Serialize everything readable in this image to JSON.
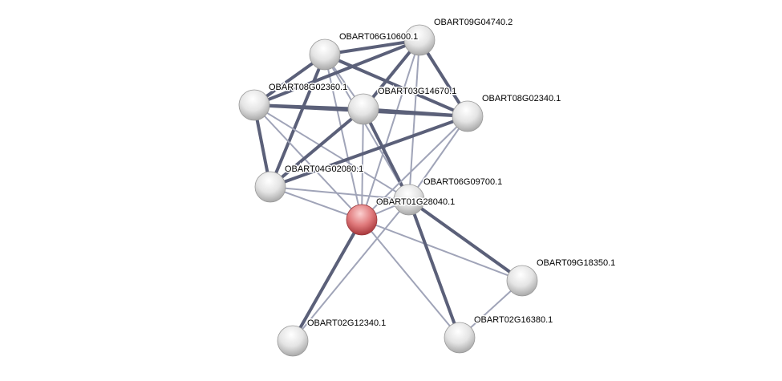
{
  "network": {
    "nodes": [
      {
        "id": "A",
        "label": "OBART06G10600.1",
        "query": false
      },
      {
        "id": "B",
        "label": "OBART09G04740.2",
        "query": false
      },
      {
        "id": "C",
        "label": "OBART08G02360.1",
        "query": false
      },
      {
        "id": "D",
        "label": "OBART03G14670.1",
        "query": false
      },
      {
        "id": "E",
        "label": "OBART08G02340.1",
        "query": false
      },
      {
        "id": "F",
        "label": "OBART04G02080.1",
        "query": false
      },
      {
        "id": "G",
        "label": "OBART01G28040.1",
        "query": true
      },
      {
        "id": "H",
        "label": "OBART06G09700.1",
        "query": false
      },
      {
        "id": "I",
        "label": "OBART09G18350.1",
        "query": false
      },
      {
        "id": "J",
        "label": "OBART02G12340.1",
        "query": false
      },
      {
        "id": "K",
        "label": "OBART02G16380.1",
        "query": false
      }
    ],
    "edges": [
      [
        "A",
        "B",
        "strong"
      ],
      [
        "A",
        "C",
        "strong"
      ],
      [
        "A",
        "D",
        "weak"
      ],
      [
        "A",
        "E",
        "strong"
      ],
      [
        "A",
        "F",
        "strong"
      ],
      [
        "A",
        "G",
        "weak"
      ],
      [
        "A",
        "H",
        "weak"
      ],
      [
        "B",
        "C",
        "strong"
      ],
      [
        "B",
        "D",
        "strong"
      ],
      [
        "B",
        "E",
        "strong"
      ],
      [
        "B",
        "G",
        "weak"
      ],
      [
        "B",
        "H",
        "weak"
      ],
      [
        "C",
        "D",
        "strong"
      ],
      [
        "C",
        "E",
        "strong"
      ],
      [
        "C",
        "F",
        "strong"
      ],
      [
        "C",
        "G",
        "weak"
      ],
      [
        "C",
        "H",
        "weak"
      ],
      [
        "D",
        "E",
        "strong"
      ],
      [
        "D",
        "F",
        "strong"
      ],
      [
        "D",
        "G",
        "weak"
      ],
      [
        "D",
        "H",
        "strong"
      ],
      [
        "E",
        "F",
        "strong"
      ],
      [
        "E",
        "G",
        "weak"
      ],
      [
        "E",
        "H",
        "weak"
      ],
      [
        "F",
        "G",
        "weak"
      ],
      [
        "F",
        "H",
        "weak"
      ],
      [
        "G",
        "H",
        "weak"
      ],
      [
        "G",
        "J",
        "strong"
      ],
      [
        "G",
        "K",
        "weak"
      ],
      [
        "G",
        "I",
        "weak"
      ],
      [
        "H",
        "I",
        "strong"
      ],
      [
        "H",
        "K",
        "strong"
      ],
      [
        "H",
        "J",
        "weak"
      ],
      [
        "I",
        "K",
        "weak"
      ]
    ],
    "colors": {
      "strong": "#5b6079",
      "weak": "#a0a4b8",
      "node": "#e6e6e6",
      "query": "#d9575c"
    }
  }
}
